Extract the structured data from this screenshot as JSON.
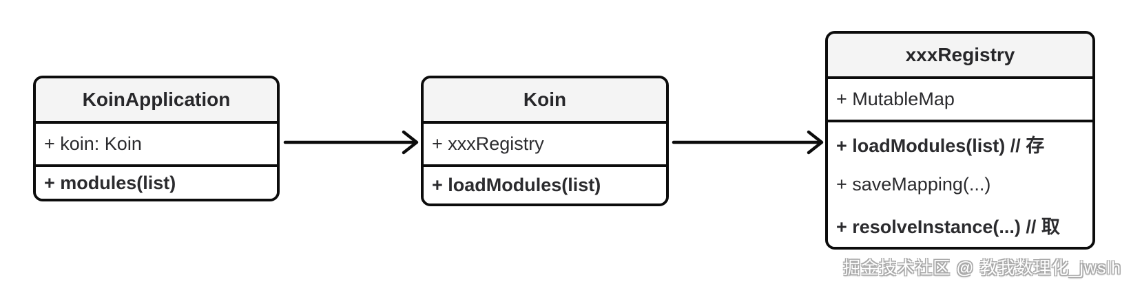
{
  "diagram": {
    "type": "uml-class-diagram",
    "classes": [
      {
        "name": "KoinApplication",
        "attributes": [
          "+ koin: Koin"
        ],
        "methods": [
          "+ modules(list)"
        ]
      },
      {
        "name": "Koin",
        "attributes": [
          "+ xxxRegistry"
        ],
        "methods": [
          "+ loadModules(list)"
        ]
      },
      {
        "name": "xxxRegistry",
        "attributes": [
          "+ MutableMap"
        ],
        "methods": [
          "+ loadModules(list) // 存",
          "+ saveMapping(...)",
          "+ resolveInstance(...) // 取"
        ]
      }
    ],
    "connections": [
      {
        "from": "KoinApplication",
        "to": "Koin",
        "style": "open-arrow"
      },
      {
        "from": "Koin",
        "to": "xxxRegistry",
        "style": "open-arrow"
      }
    ],
    "watermark": "掘金技术社区 @ 教我数理化_jwslh"
  },
  "colors": {
    "border": "#0c0c0c",
    "header_background": "#f4f4f4",
    "body_background": "#ffffff",
    "text": "#2b2b2e",
    "watermark_fill": "#ffffff",
    "watermark_outline": "#a9a9a9"
  }
}
